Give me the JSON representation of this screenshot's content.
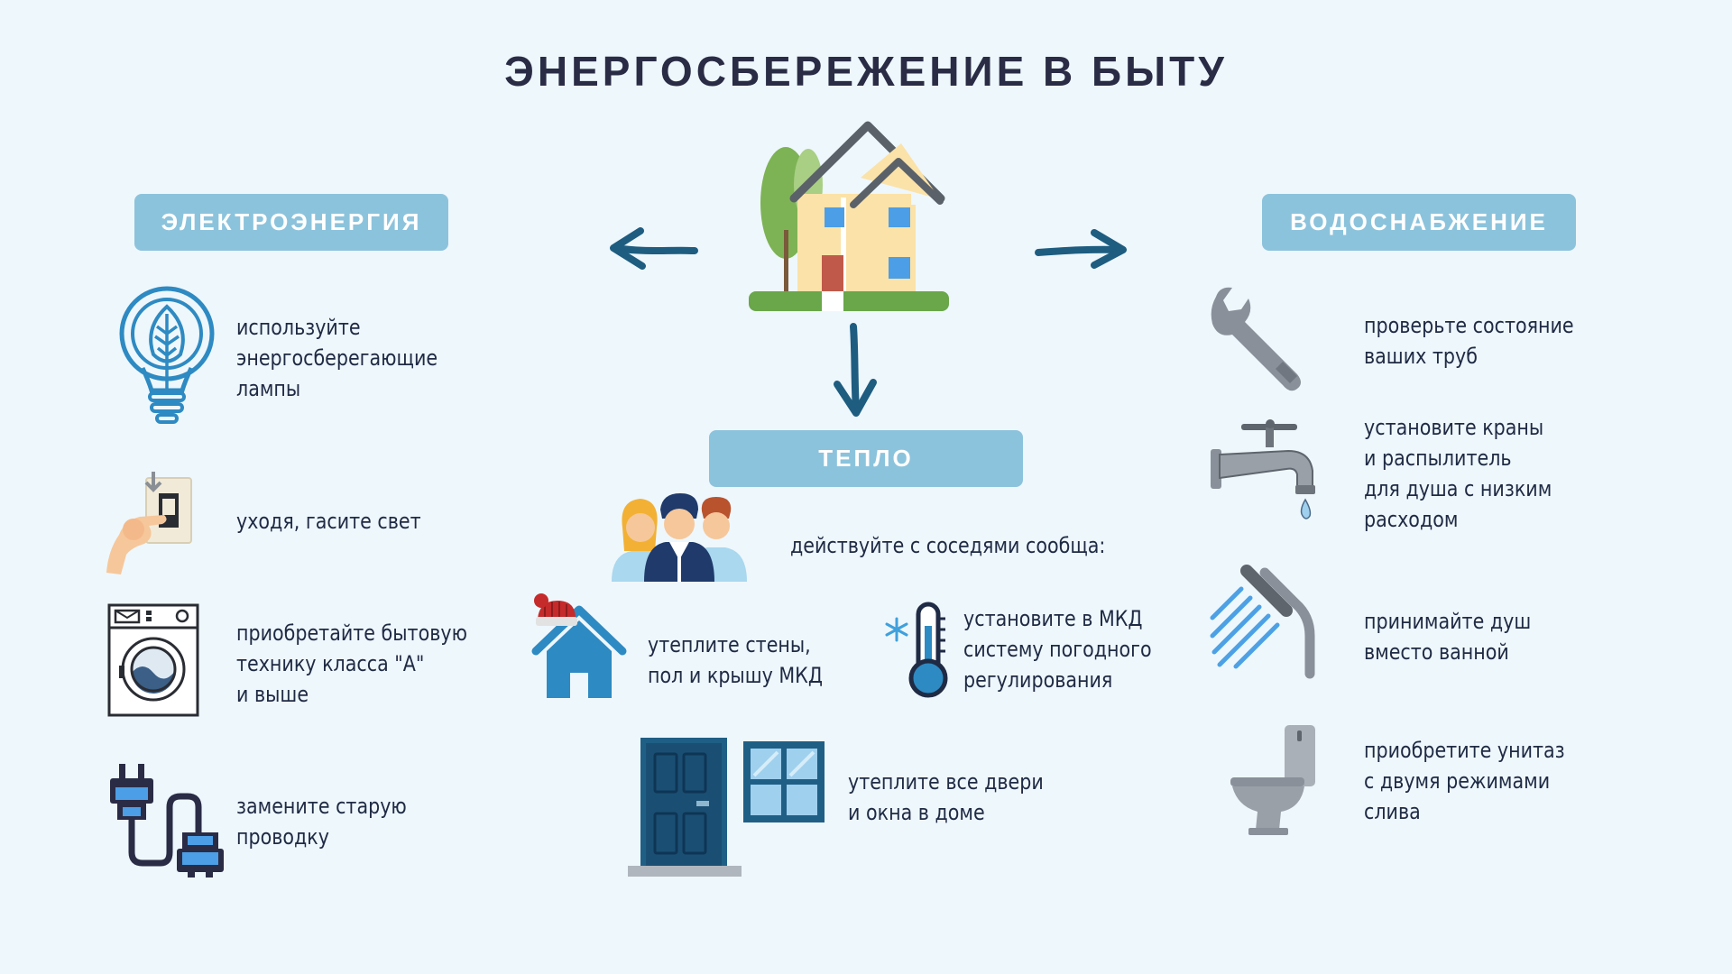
{
  "title": "ЭНЕРГОСБЕРЕЖЕНИЕ В БЫТУ",
  "categories": {
    "electricity": "ЭЛЕКТРОЭНЕРГИЯ",
    "water": "ВОДОСНАБЖЕНИЕ",
    "heat": "ТЕПЛО"
  },
  "electricity_tips": [
    [
      "используйте",
      "энергосберегающие",
      "лампы"
    ],
    [
      "уходя, гасите свет"
    ],
    [
      "приобретайте бытовую",
      "технику класса \"А\"",
      "и выше"
    ],
    [
      "замените старую",
      "проводку"
    ]
  ],
  "water_tips": [
    [
      "проверьте состояние",
      "ваших труб"
    ],
    [
      "установите краны",
      "и распылитель",
      "для душа с низким",
      "расходом"
    ],
    [
      "принимайте душ",
      "вместо ванной"
    ],
    [
      "приобретите унитаз",
      "с двумя режимами",
      "слива"
    ]
  ],
  "heat_tips": {
    "neighbors": [
      "действуйте с соседями сообща:"
    ],
    "walls": [
      "утеплите стены,",
      "пол и крышу МКД"
    ],
    "regulation": [
      "установите в МКД",
      "систему погодного",
      "регулирования"
    ],
    "doors": [
      "утеплите все двери",
      "и окна в доме"
    ]
  },
  "colors": {
    "background": "#eef7fc",
    "pill": "#8cc3dc",
    "arrow": "#1e5d80",
    "text": "#1f2a44"
  },
  "icons": {
    "house": "house-icon",
    "bulb": "leaf-bulb-icon",
    "switch": "light-switch-icon",
    "washer": "washing-machine-icon",
    "plug": "plug-cable-icon",
    "wrench": "wrench-icon",
    "faucet": "faucet-icon",
    "shower": "shower-icon",
    "toilet": "toilet-icon",
    "people": "neighbors-icon",
    "hat_house": "insulated-house-icon",
    "thermometer": "thermometer-icon",
    "door_window": "door-window-icon"
  }
}
